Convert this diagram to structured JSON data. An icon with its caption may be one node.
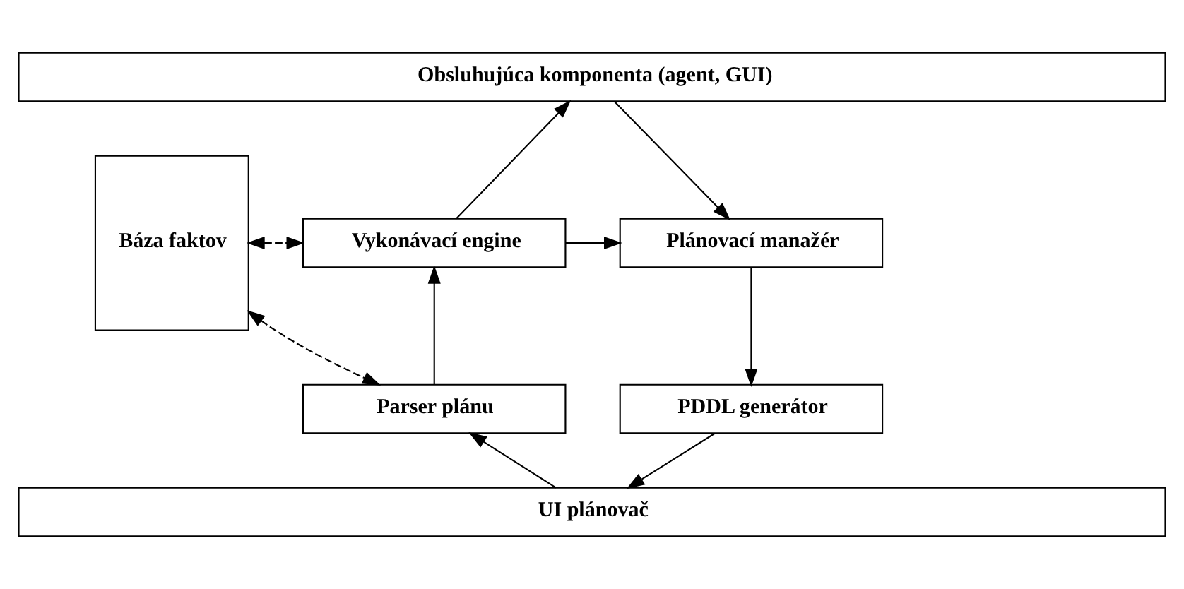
{
  "diagram": {
    "nodes": [
      {
        "text": [
          "Obsluhujúca komponenta (agent, GUI)"
        ]
      },
      {
        "text": [
          "Plánovací manažér"
        ]
      },
      {
        "text": [
          "Báza faktov"
        ]
      },
      {
        "text": [
          "Vykonávací engine"
        ]
      },
      {
        "text": [
          "PDDL generátor"
        ]
      },
      {
        "text": [
          "Parser plánu"
        ]
      },
      {
        "text": [
          "UI plánovač"
        ]
      }
    ],
    "edges": [
      {
        "from": 0,
        "to": 1,
        "arrow": "to"
      },
      {
        "from": 3,
        "to": 1,
        "arrow": "to"
      },
      {
        "from": 3,
        "to": 0,
        "arrow": "to"
      },
      {
        "from": 2,
        "to": 3,
        "arrow": "both",
        "style": "dashed"
      },
      {
        "from": 1,
        "to": 4,
        "arrow": "to"
      },
      {
        "from": 2,
        "to": 5,
        "arrow": "both",
        "style": "dashed"
      },
      {
        "from": 4,
        "to": 6,
        "arrow": "to"
      },
      {
        "from": 5,
        "to": 3,
        "arrow": "to"
      },
      {
        "from": 6,
        "to": 5,
        "arrow": "to"
      }
    ]
  }
}
